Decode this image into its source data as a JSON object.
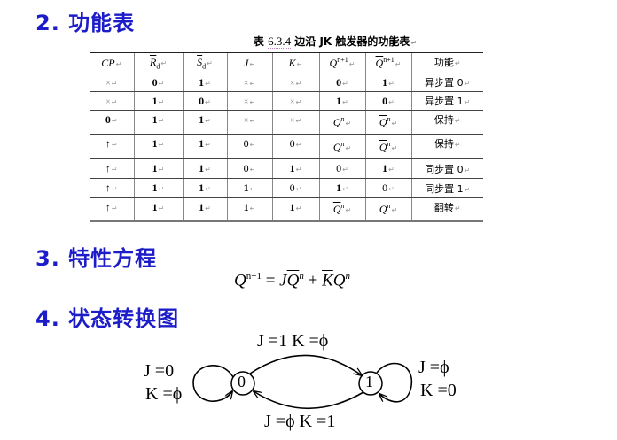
{
  "sections": {
    "function_table": {
      "heading": "2. 功能表"
    },
    "characteristic_equation": {
      "heading": "3. 特性方程"
    },
    "state_diagram": {
      "heading": "4. 状态转换图"
    }
  },
  "table": {
    "caption_prefix": "表",
    "caption_number": "6.3.4",
    "caption_title": "边沿 JK 触发器的功能表",
    "headers": [
      "CP",
      "R̄d",
      "S̄d",
      "J",
      "K",
      "Qn+1",
      "Q̄n+1",
      "功能"
    ],
    "header_parts": {
      "cp": "CP",
      "rd_base": "R",
      "rd_sub": "d",
      "sd_base": "S",
      "sd_sub": "d",
      "j": "J",
      "k": "K",
      "q_base": "Q",
      "q_sup": "n+1",
      "qbar_base": "Q",
      "qbar_sup": "n+1",
      "function": "功能"
    },
    "rows": [
      {
        "cp": "×",
        "rd": "0",
        "sd": "1",
        "j": "×",
        "k": "×",
        "q": "0",
        "qbar": "1",
        "function": "异步置 0"
      },
      {
        "cp": "×",
        "rd": "1",
        "sd": "0",
        "j": "×",
        "k": "×",
        "q": "1",
        "qbar": "0",
        "function": "异步置 1"
      },
      {
        "cp": "0",
        "rd": "1",
        "sd": "1",
        "j": "×",
        "k": "×",
        "q": "Qn",
        "qbar": "Q̄n",
        "function": "保持"
      },
      {
        "cp": "↑",
        "rd": "1",
        "sd": "1",
        "j": "0",
        "k": "0",
        "q": "Qn",
        "qbar": "Q̄n",
        "function": "保持"
      },
      {
        "cp": "↑",
        "rd": "1",
        "sd": "1",
        "j": "0",
        "k": "1",
        "q": "0",
        "qbar": "1",
        "function": "同步置 0"
      },
      {
        "cp": "↑",
        "rd": "1",
        "sd": "1",
        "j": "1",
        "k": "0",
        "q": "1",
        "qbar": "0",
        "function": "同步置 1"
      },
      {
        "cp": "↑",
        "rd": "1",
        "sd": "1",
        "j": "1",
        "k": "1",
        "q": "Q̄n",
        "qbar": "Qn",
        "function": "翻转"
      }
    ],
    "q_symbol": "Q",
    "n_sup": "n"
  },
  "equation": {
    "text": "Qn+1 = JQ̄n + K̄Qn",
    "lhs_base": "Q",
    "lhs_sup": "n+1",
    "equals": "=",
    "t1_a": "J",
    "t1_b": "Q",
    "t1_sup": "n",
    "plus": "+",
    "t2_a": "K",
    "t2_b": "Q",
    "t2_sup": "n"
  },
  "diagram": {
    "states": [
      {
        "label": "0"
      },
      {
        "label": "1"
      }
    ],
    "transitions": {
      "top": "J  =1  K =ϕ",
      "bottom": "J =ϕ  K =1",
      "self_0_line1": "J =0",
      "self_0_line2": "K =ϕ",
      "self_1_line1": "J =ϕ",
      "self_1_line2": "K =0"
    }
  },
  "colors": {
    "heading": "#1c1cc8"
  }
}
